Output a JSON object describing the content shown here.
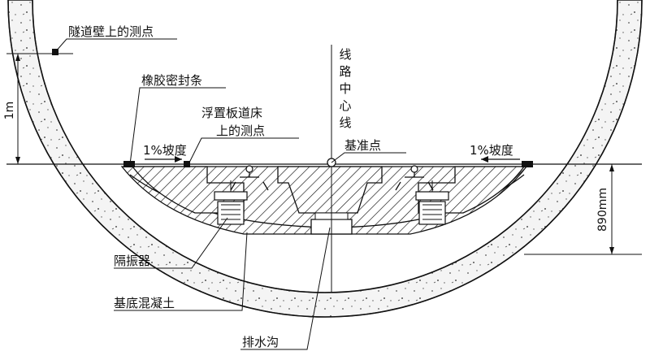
{
  "labels": {
    "tunnel_wall_point": "隧道壁上的测点",
    "rubber_seal": "橡胶密封条",
    "floating_slab_point_line1": "浮置板道床",
    "floating_slab_point_line2": "上的测点",
    "slope_left": "1%坡度",
    "slope_right": "1%坡度",
    "datum_point": "基准点",
    "route_centerline": [
      "线",
      "路",
      "中",
      "心",
      "线"
    ],
    "isolator": "隔振器",
    "base_concrete": "基底混凝土",
    "drainage_ditch": "排水沟"
  },
  "dimensions": {
    "height_1m": "1m",
    "height_890mm": "890mm"
  },
  "colors": {
    "ink": "#111111",
    "concrete_fill": "#f2f2f2",
    "hatch": "#111111"
  }
}
